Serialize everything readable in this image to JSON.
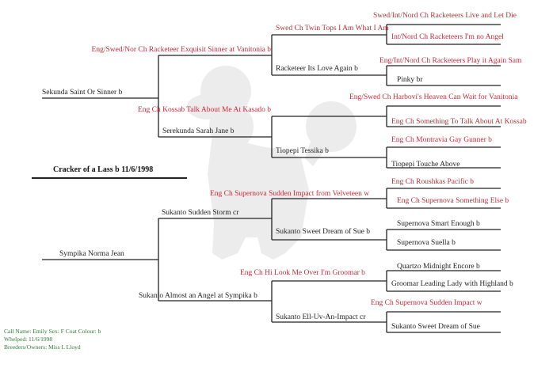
{
  "title": "Cracker of a Lass b 11/6/1998",
  "colors": {
    "champion": "#c0303a",
    "normal": "#222222",
    "footer": "#2e7d32"
  },
  "sire": {
    "name": "Sekunda Saint Or Sinner   b",
    "sire": {
      "name": "Eng/Swed/Nor Ch Racketeer Exquisit Sinner at Vanitonia b",
      "sire": {
        "name": "Swed Ch Twin Tops I Am What I Am",
        "sire": "Swed/Int/Nord Ch Racketeers Live and Let Die",
        "dam": "Int/Nord Ch Racketeers I'm no Angel"
      },
      "dam": {
        "name": "Racketeer Its Love Again b",
        "sire": "Eng/Int/Nord Ch Racketeers Play it Again Sam",
        "dam": "Pinky br"
      }
    },
    "dam": {
      "name": "Serekunda Sarah Jane b",
      "sire": {
        "name": "Eng Ch Kossab Talk About Me At Kasado b",
        "sire": "Eng/Swed Ch Harbovi's Heaven Can Wait for Vanitonia",
        "dam": "Eng Ch Something To Talk About At Kossab"
      },
      "dam": {
        "name": "Tiopepi Tessika b",
        "sire": "Eng Ch Montravia Gay Gunner b",
        "dam": "Tiopepi Touche Above"
      }
    }
  },
  "dam": {
    "name": "Sympika Norma Jean",
    "sire": {
      "name": "Sukanto Sudden Storm cr",
      "sire": {
        "name": "Eng Ch Supernova Sudden Impact from Velveteen w",
        "sire": "Eng Ch Roushkas Pacific b",
        "dam": "Eng Ch Supernova Something Else b"
      },
      "dam": {
        "name": "Sukanto Sweet Dream of Sue b",
        "sire": "Supernova  Smart Enough b",
        "dam": "Supernova Suella b"
      }
    },
    "dam": {
      "name": "Sukanto Almost an Angel at Sympika b",
      "sire": {
        "name": "Eng Ch Hi Look Me Over I'm Groomar b",
        "sire": "Quartzo Midnight Encore b",
        "dam": "Groomar Leading Lady with Highland b"
      },
      "dam": {
        "name": "Sukanto Ell-Uv-An-Impact cr",
        "sire": "Eng Ch Supernova Sudden Impact w",
        "dam": "Sukanto Sweet Dream of Sue"
      }
    }
  },
  "footer": {
    "line1": "Call Name: Emily   Sex: F Coat Colour: b",
    "line2": "Whelped: 11/6/1998",
    "line3": "Breeders/Owners: Miss L Lloyd"
  }
}
